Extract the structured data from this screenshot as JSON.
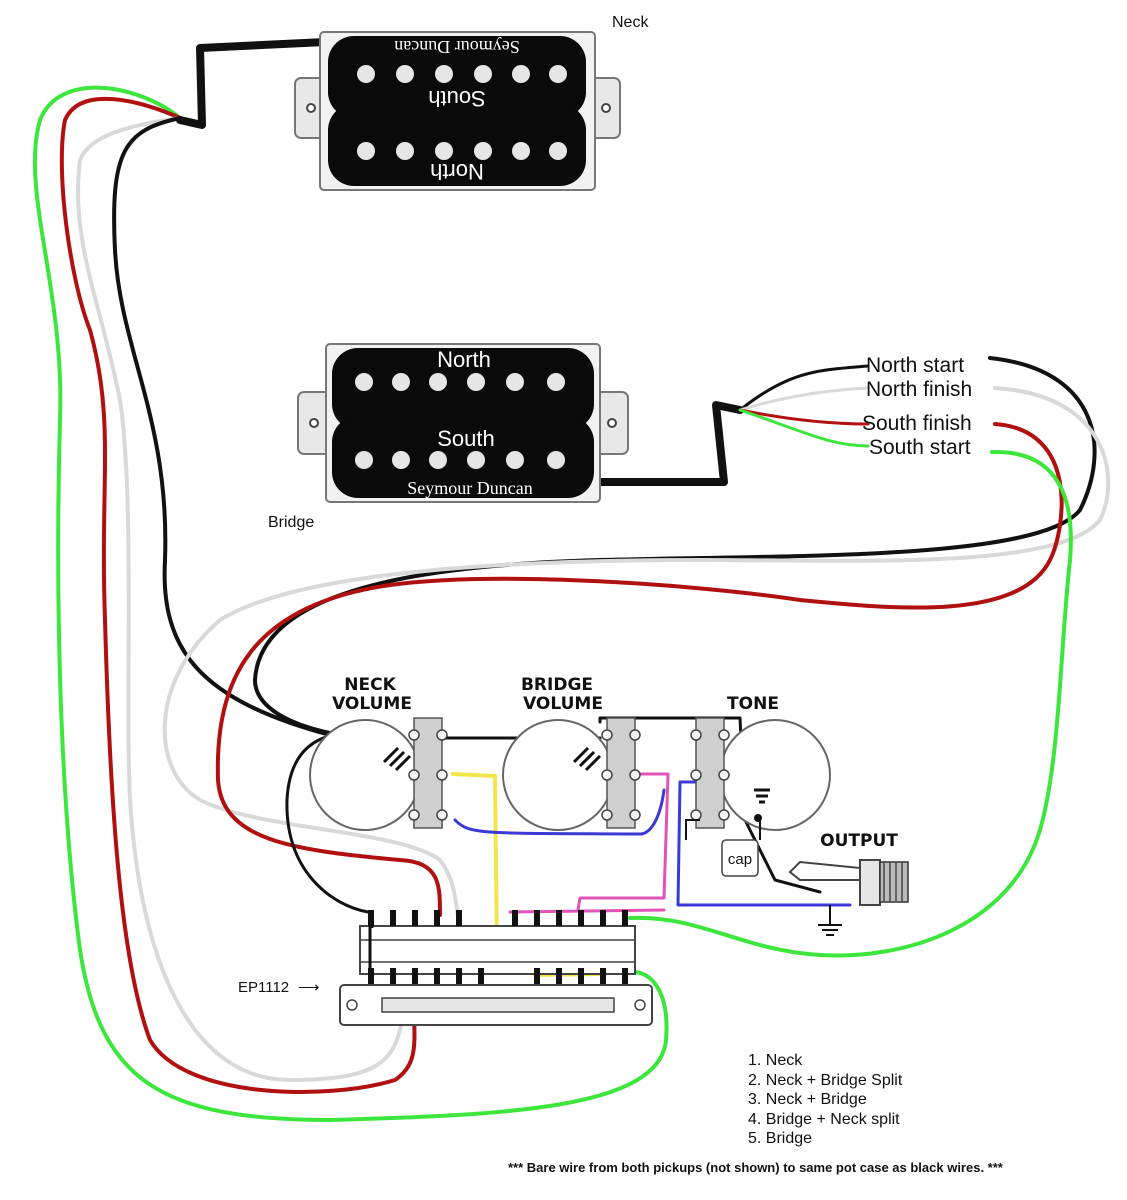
{
  "pickups": {
    "neck": {
      "label": "Neck",
      "brand": "Seymour Duncan",
      "coil_top": "South",
      "coil_bottom": "North"
    },
    "bridge": {
      "label": "Bridge",
      "brand": "Seymour Duncan",
      "coil_top": "North",
      "coil_bottom": "South"
    }
  },
  "bridge_leads": {
    "north_start": "North start",
    "north_finish": "North finish",
    "south_finish": "South finish",
    "south_start": "South start"
  },
  "controls": {
    "neck_volume": [
      "NECK",
      "VOLUME"
    ],
    "bridge_volume": [
      "BRIDGE",
      "VOLUME"
    ],
    "tone": "TONE",
    "output": "OUTPUT",
    "cap": "cap"
  },
  "switch": {
    "label": "EP1112",
    "arrow": "⟶"
  },
  "positions": [
    "1. Neck",
    "2. Neck + Bridge Split",
    "3. Neck + Bridge",
    "4. Bridge + Neck split",
    "5. Bridge"
  ],
  "footnote": "*** Bare wire from both pickups (not shown) to same pot case as black wires. ***",
  "wire_colors": {
    "black": "#111111",
    "white": "#d9d9d9",
    "red": "#b01010",
    "green": "#3de63d",
    "yellow": "#f2e64a",
    "blue": "#3a3ad6",
    "pink": "#e053b8"
  }
}
